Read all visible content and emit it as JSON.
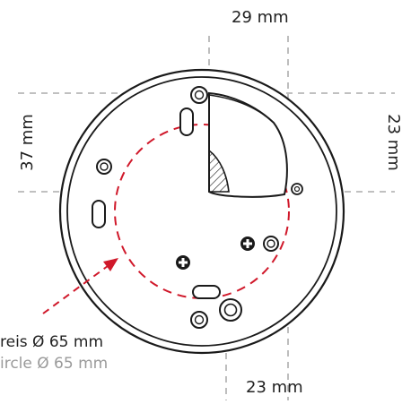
{
  "dimensions": {
    "top": "29 mm",
    "left": "37 mm",
    "right": "23 mm",
    "bottom": "23 mm"
  },
  "circle_label": {
    "primary": "reis Ø 65 mm",
    "secondary": "ircle Ø 65 mm"
  },
  "colors": {
    "outline": "#1a1a1a",
    "guide": "#9a9a9a",
    "accent": "#d0182a",
    "secondary_text": "#9a9a9a"
  }
}
